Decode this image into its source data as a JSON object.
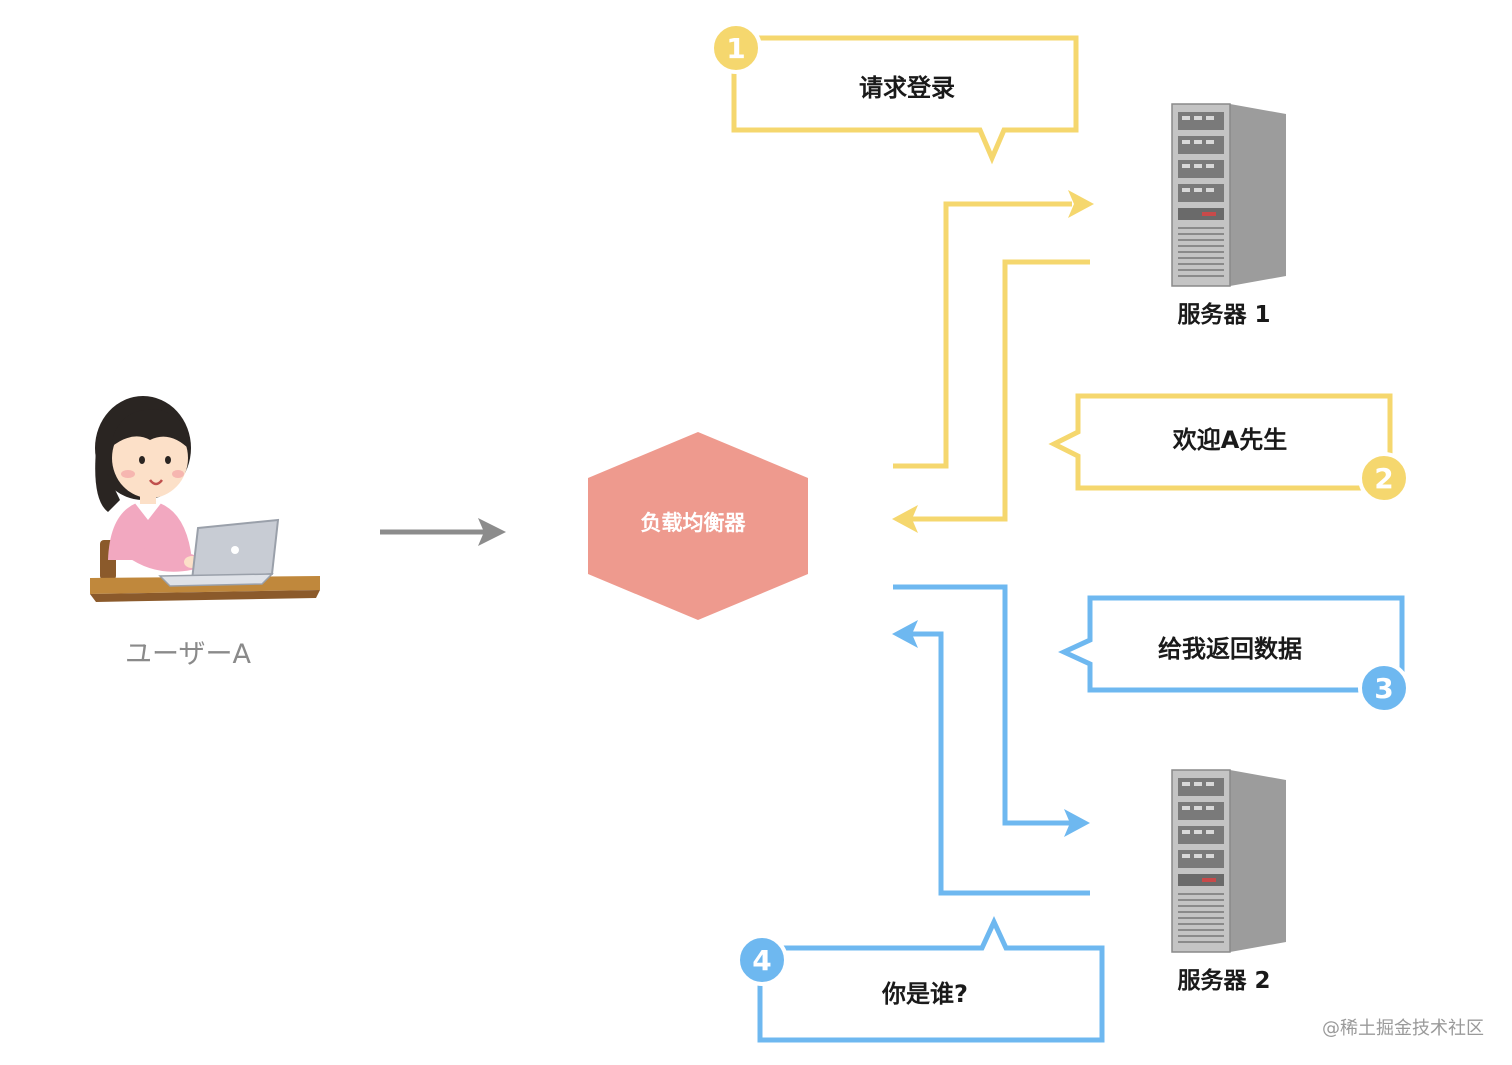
{
  "user": {
    "label": "ユーザーA"
  },
  "load_balancer": {
    "label": "负载均衡器"
  },
  "servers": [
    {
      "label": "服务器 1"
    },
    {
      "label": "服务器 2"
    }
  ],
  "steps": [
    {
      "number": "1",
      "text": "请求登录",
      "color": "#f5d76e"
    },
    {
      "number": "2",
      "text": "欢迎A先生",
      "color": "#f5d76e"
    },
    {
      "number": "3",
      "text": "给我返回数据",
      "color": "#6eb8f0"
    },
    {
      "number": "4",
      "text": "你是谁?",
      "color": "#6eb8f0"
    }
  ],
  "colors": {
    "yellow": "#f5d76e",
    "blue": "#6eb8f0",
    "load_balancer_fill": "#ee9a8e",
    "arrow_gray": "#8c8c8c"
  },
  "watermark": "@稀土掘金技术社区"
}
